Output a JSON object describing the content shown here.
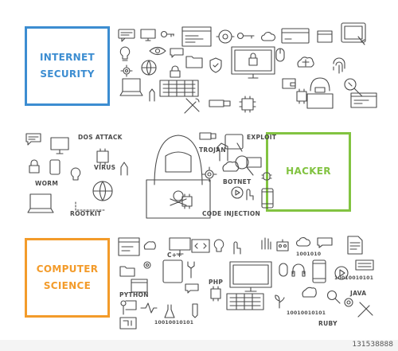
{
  "banners": {
    "security": {
      "line1": "INTERNET",
      "line2": "SECURITY",
      "color": "#3c8dd1"
    },
    "hacker": {
      "line1": "HACKER",
      "color": "#82c341"
    },
    "science": {
      "line1": "COMPUTER",
      "line2": "SCIENCE",
      "color": "#f39b2a"
    }
  },
  "hacker_labels": {
    "dos": "DOS ATTACK",
    "virus": "VIRUS",
    "worm": "WORM",
    "rootkit": "ROOTKIT",
    "trojan": "TROJAN",
    "exploit": "EXPLOIT",
    "botnet": "BOTNET",
    "code_injection": "CODE INJECTION"
  },
  "science_labels": {
    "cpp": "C++",
    "php": "PHP",
    "python": "PYTHON",
    "java": "JAVA",
    "ruby": "RUBY",
    "binary1": "1001010",
    "binary2": "10010010101",
    "binary3": "10010010101",
    "binary4": "10010010101"
  },
  "watermark": {
    "id": "131538888"
  },
  "icons": {
    "row1": [
      "chat-bubble-icon",
      "browser-window-icon",
      "bug-icon",
      "key-icon",
      "cloud-icon",
      "credit-card-icon",
      "tablet-icon",
      "lightbulb-icon",
      "eye-icon",
      "folder-icon",
      "shield-icon",
      "monitor-lock-icon",
      "mouse-icon",
      "brain-icon",
      "fingerprint-icon",
      "laptop-icon",
      "keyboard-icon",
      "tools-icon",
      "usb-icon",
      "wallet-icon",
      "hacker-laptop-icon",
      "magnifier-icon",
      "chip-icon"
    ],
    "row2": [
      "chat-bubble-icon",
      "monitor-icon",
      "padlock-icon",
      "hooded-hacker-icon",
      "skull-laptop-icon",
      "globe-icon",
      "lightbulb-icon",
      "laptop-icon",
      "trojan-horse-icon",
      "magnifier-code-icon",
      "brain-icon",
      "phone-icon",
      "gear-icon"
    ],
    "row3": [
      "browser-window-icon",
      "monitor-icon",
      "code-window-icon",
      "lightbulb-icon",
      "hand-pointer-icon",
      "phone-icon",
      "folder-icon",
      "desktop-computer-icon",
      "keyboard-icon",
      "robot-icon",
      "mouse-icon",
      "tablet-icon",
      "magnifier-icon",
      "tools-icon",
      "chat-bubble-icon",
      "person-board-icon",
      "lab-flask-icon",
      "pencil-icon",
      "circuit-icon"
    ]
  }
}
